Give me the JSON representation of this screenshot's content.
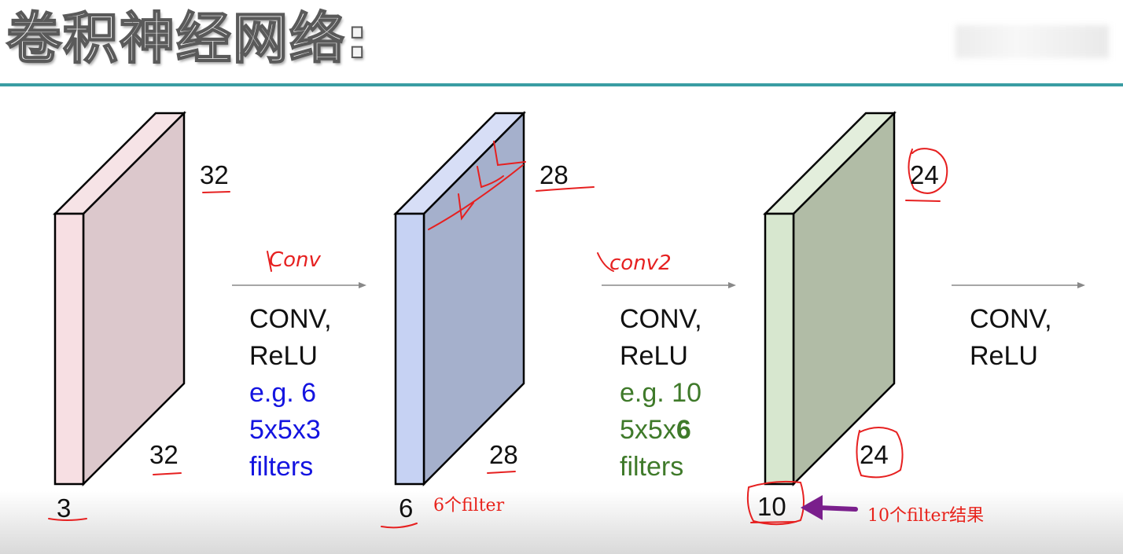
{
  "title": "卷积神经网络:",
  "volumes": [
    {
      "width": "32",
      "height": "32",
      "depth": "3"
    },
    {
      "width": "28",
      "height": "28",
      "depth": "6"
    },
    {
      "width": "24",
      "height": "24",
      "depth": "10"
    }
  ],
  "conv1": {
    "op": "CONV,",
    "act": "ReLU",
    "eg": "e.g. 6",
    "size": "5x5x3",
    "unit": "filters",
    "handnote": "Conv"
  },
  "conv2": {
    "op": "CONV,",
    "act": "ReLU",
    "eg": "e.g. 10",
    "size_prefix": "5x5x",
    "size_bold": "6",
    "unit": "filters",
    "handnote": "conv2"
  },
  "conv3": {
    "op": "CONV,",
    "act": "ReLU"
  },
  "annotations": {
    "six_filter": "6个filter",
    "ten_filter": "10个filter结果"
  },
  "colors": {
    "rule": "#3a9da3",
    "vol1": "#f3dadd",
    "vol2": "#c9d4f2",
    "vol3": "#d6e7cf",
    "blue_text": "#1414e0",
    "green_text": "#3f7a2a",
    "annotation_red": "#e8231c",
    "arrow_purple": "#7a1f8c"
  }
}
